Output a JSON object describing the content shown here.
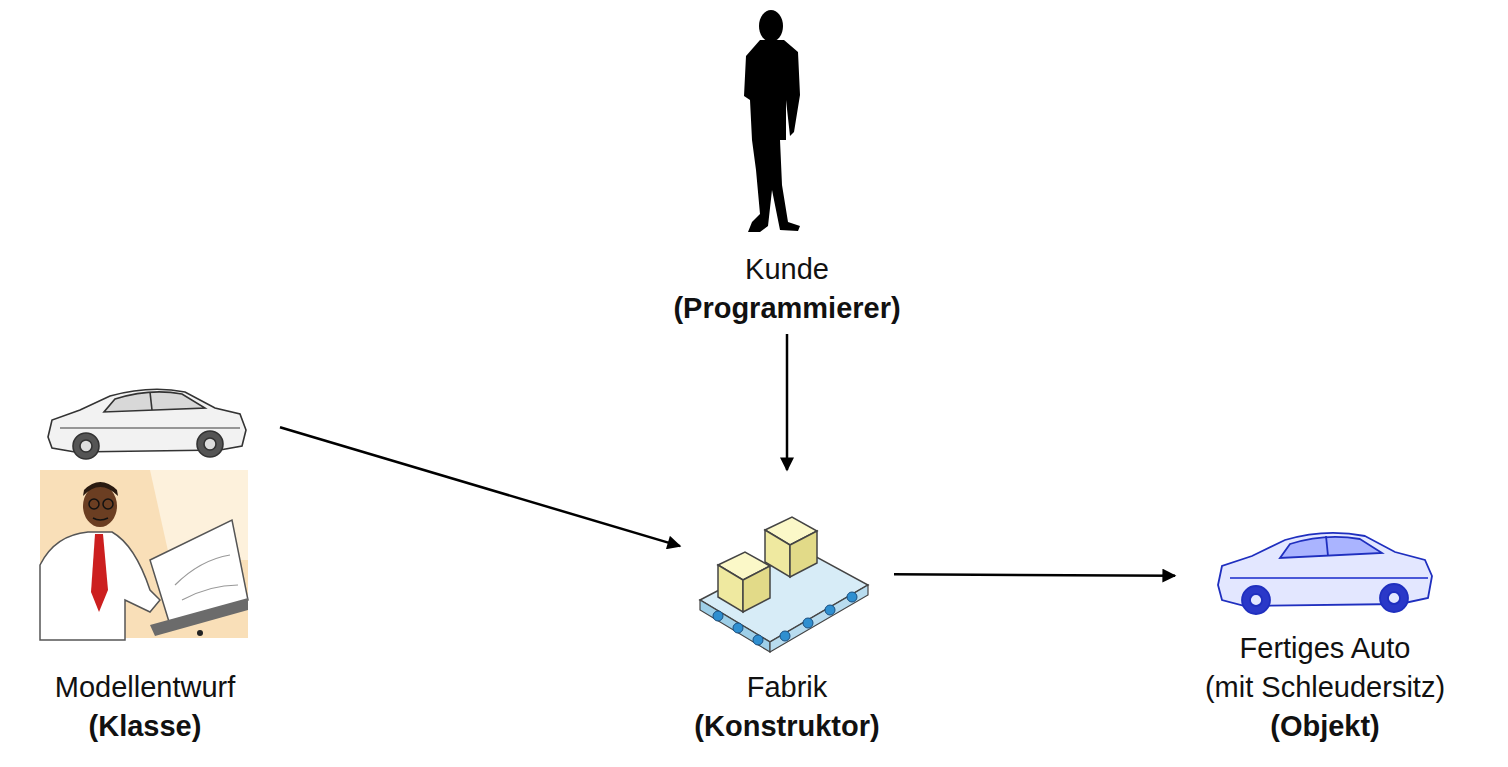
{
  "diagram": {
    "nodes": [
      {
        "text": [
          "Kunde",
          "(Programmierer)"
        ]
      },
      {
        "text": [
          "Modellentwurf",
          "(Klasse)"
        ]
      },
      {
        "text": [
          "Fabrik",
          "(Konstruktor)"
        ]
      },
      {
        "text": [
          "Fertiges Auto",
          "(mit Schleudersitz)",
          "(Objekt)"
        ]
      }
    ],
    "edges": [
      {
        "from": 1,
        "to": 2,
        "arrow": "to"
      },
      {
        "from": 0,
        "to": 2,
        "arrow": "to"
      },
      {
        "from": 2,
        "to": 3,
        "arrow": "to"
      }
    ]
  }
}
